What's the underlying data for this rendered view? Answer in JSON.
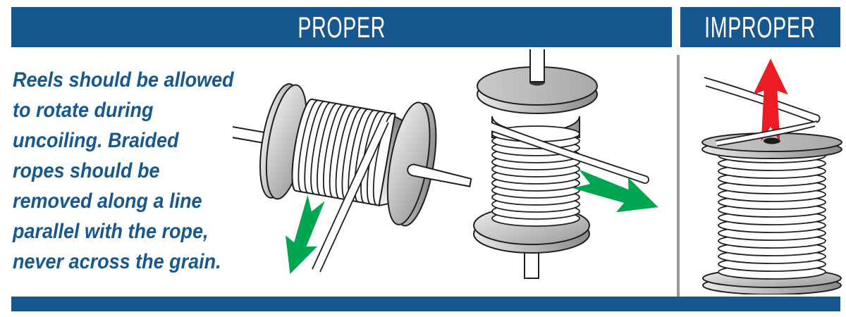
{
  "header": {
    "proper_label": "PROPER",
    "improper_label": "IMPROPER"
  },
  "instructions": {
    "text": "Reels should be allowed\nto rotate during\nuncoiling. Braided\nropes should be\nremoved along a line\nparallel with the rope,\nnever across the grain."
  },
  "colors": {
    "header_blue": "#15578e",
    "footer_blue": "#15578e",
    "instruction_text_blue": "#17588f",
    "arrow_green": "#00a551",
    "arrow_red": "#ed1c24",
    "divider_gray": "#999999"
  },
  "icons": {
    "proper_pull_direction_1": "green-arrow-down-left",
    "proper_pull_direction_2": "green-arrow-right-down",
    "improper_pull_direction": "red-arrow-up"
  }
}
